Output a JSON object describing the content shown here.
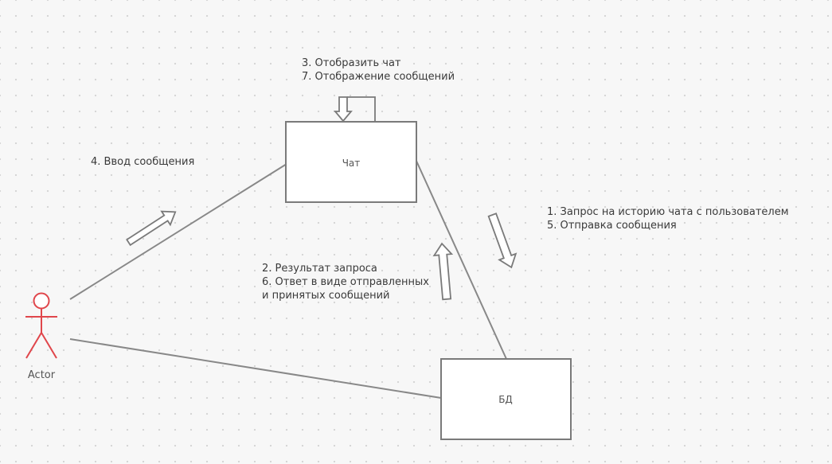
{
  "diagram": {
    "nodes": {
      "chat": {
        "label": "Чат"
      },
      "db": {
        "label": "БД"
      },
      "actor": {
        "label": "Actor"
      }
    },
    "notes": {
      "display": [
        "3. Отобразить чат",
        "7. Отображение сообщений"
      ],
      "input": [
        "4. Ввод сообщения"
      ],
      "request": [
        "1. Запрос на историю чата с пользователем",
        "5. Отправка сообщения"
      ],
      "result": [
        "2. Результат запроса",
        "6. Ответ в виде отправленных",
        "и принятых сообщений"
      ]
    },
    "colors": {
      "line": "#888888",
      "box_border": "#7a7a7a",
      "actor": "#e0464b",
      "text": "#3a3a3a"
    }
  }
}
